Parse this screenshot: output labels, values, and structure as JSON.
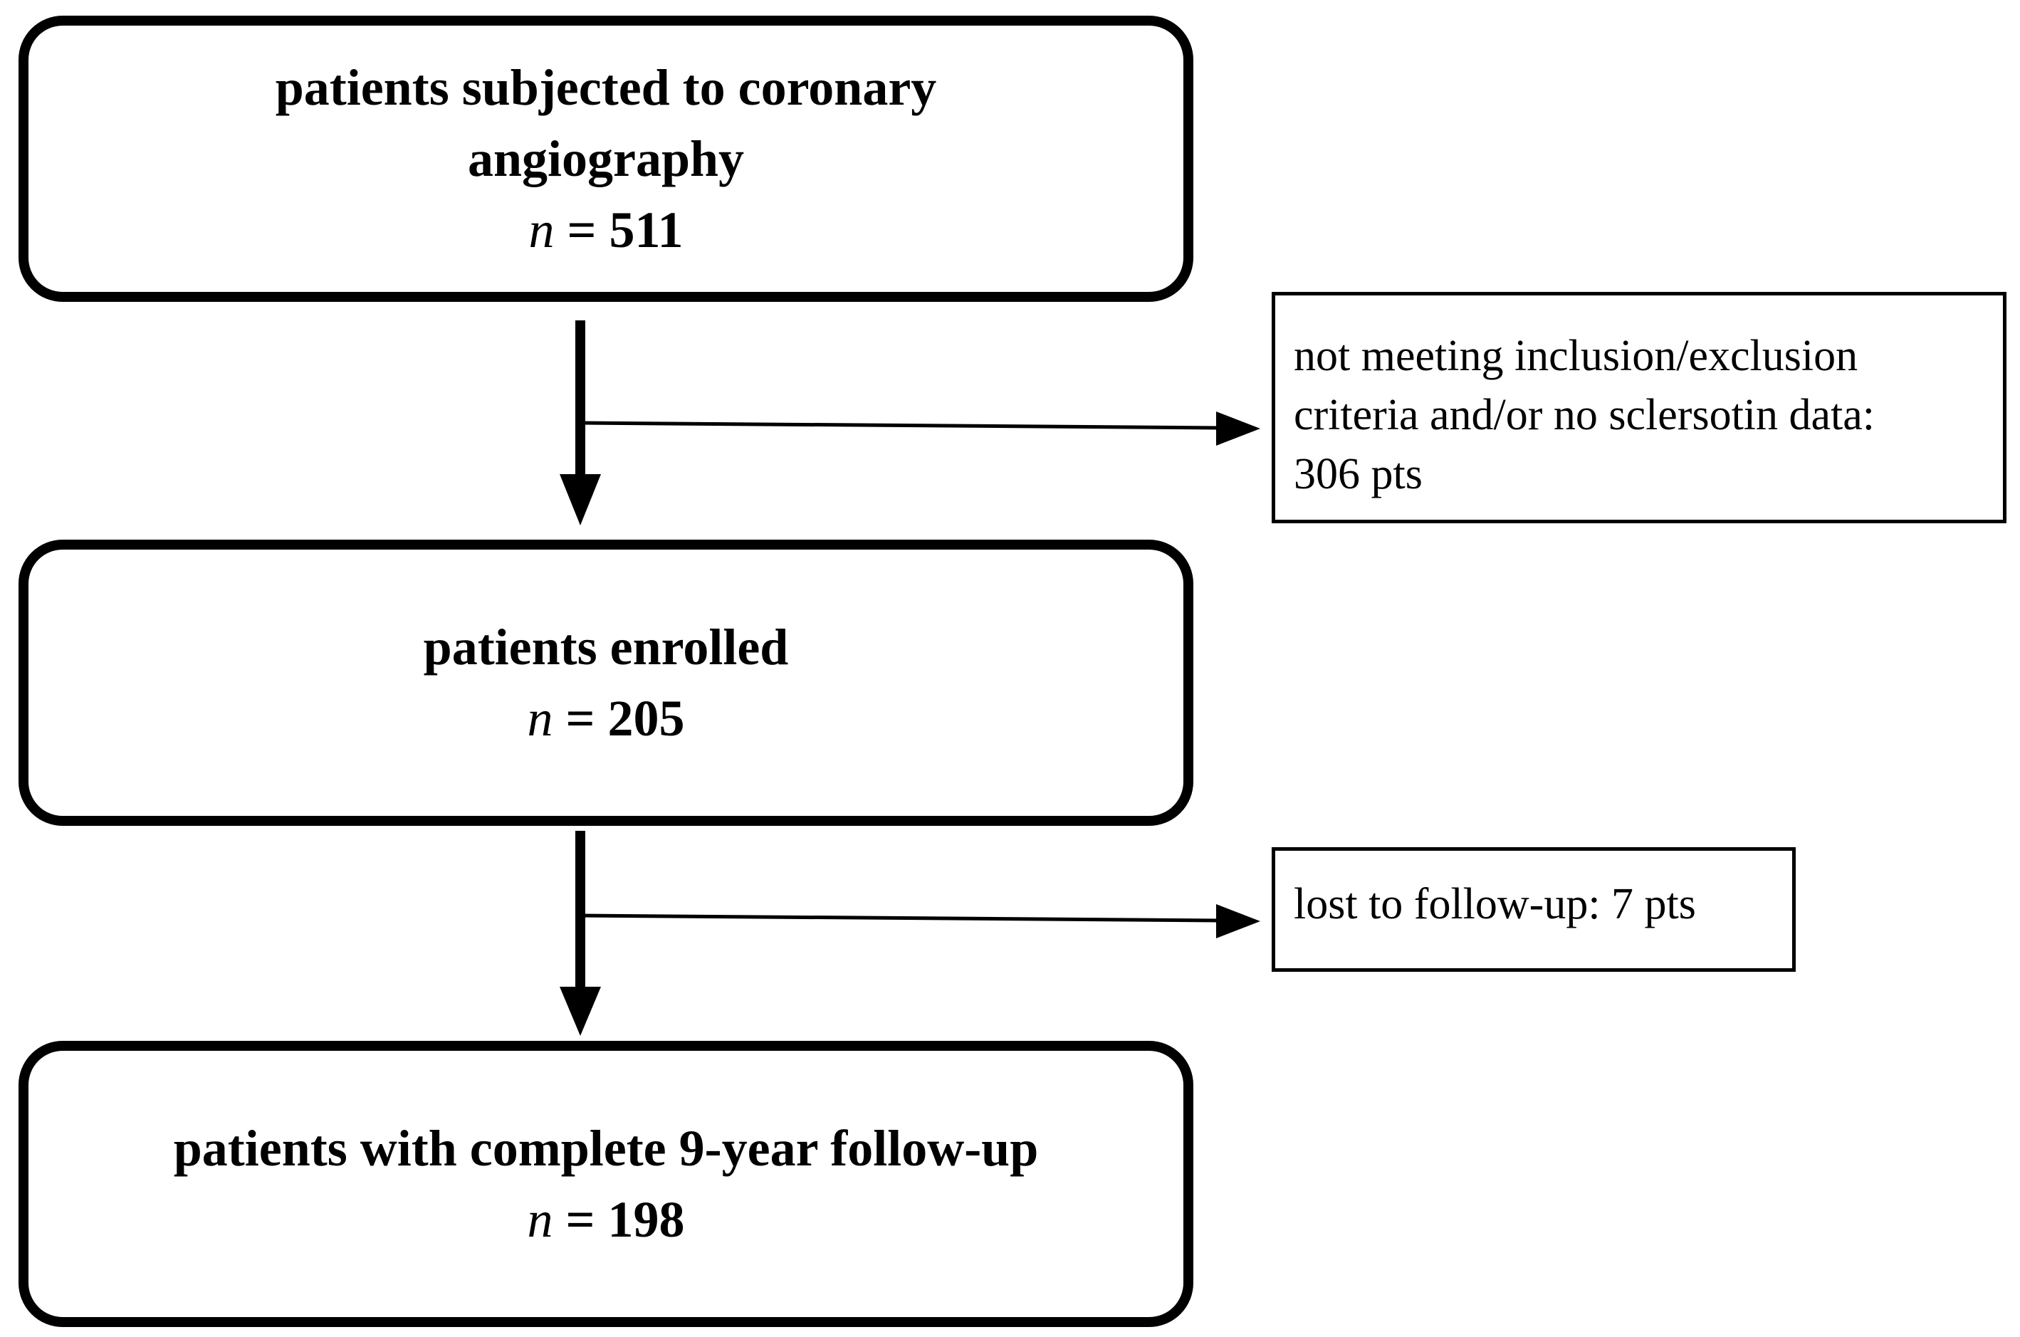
{
  "boxes": [
    {
      "title_lines": [
        "patients subjected to coronary",
        "angiography"
      ],
      "n_symbol": "n",
      "n_value": "= 511"
    },
    {
      "title_lines": [
        "patients enrolled"
      ],
      "n_symbol": "n",
      "n_value": "= 205"
    },
    {
      "title_lines": [
        "patients with complete 9-year follow-up"
      ],
      "n_symbol": "n",
      "n_value": "= 198"
    }
  ],
  "exclusions": [
    {
      "lines": [
        "not meeting inclusion/exclusion",
        "criteria and/or no sclersotin data:",
        "306 pts"
      ]
    },
    {
      "lines": [
        "lost to follow-up: 7 pts"
      ]
    }
  ]
}
